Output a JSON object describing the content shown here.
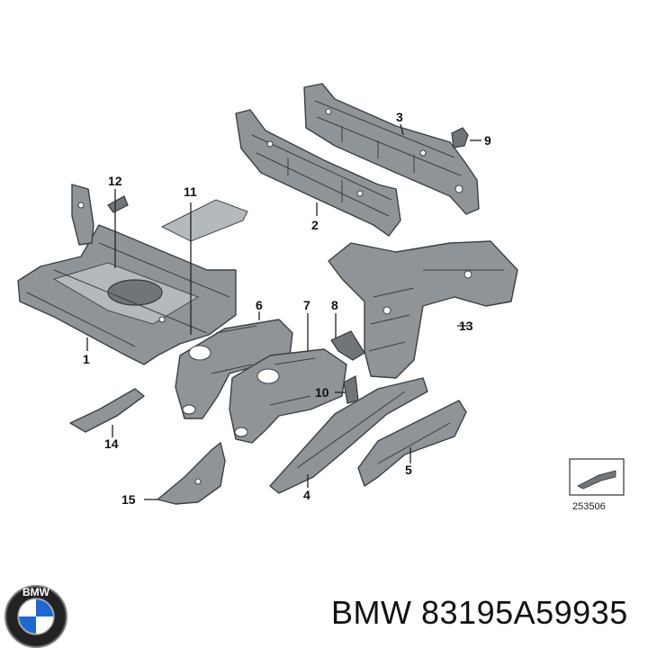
{
  "callouts": [
    "1",
    "2",
    "3",
    "4",
    "5",
    "6",
    "7",
    "8",
    "9",
    "10",
    "11",
    "12",
    "13",
    "14",
    "15"
  ],
  "diagram_ref": "253506",
  "brand": {
    "logo_text": "BMW",
    "name": "BMW",
    "part_number": "83195A59935"
  },
  "colors": {
    "part_fill": "#8e9498",
    "part_stroke": "#3c4044",
    "logo_blue": "#1c69d4"
  }
}
